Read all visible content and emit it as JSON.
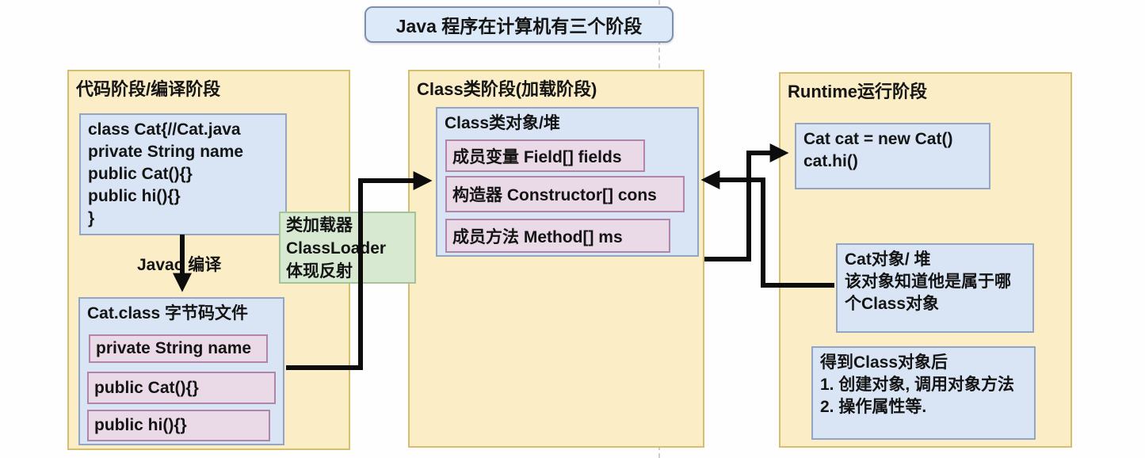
{
  "title": "Java 程序在计算机有三个阶段",
  "panels": {
    "left": {
      "header": "代码阶段/编译阶段",
      "source_code": {
        "lines": [
          "class Cat{//Cat.java",
          "private String name",
          "public Cat(){}",
          "public hi(){}",
          "}"
        ]
      },
      "javac_label": "Javac 编译",
      "bytecode": {
        "title": "Cat.class 字节码文件",
        "members": [
          "private String name",
          "public Cat(){}",
          "public hi(){}"
        ]
      }
    },
    "loader": {
      "lines": [
        "类加载器",
        "ClassLoader",
        "体现反射"
      ]
    },
    "middle": {
      "header": "Class类阶段(加载阶段)",
      "class_object": {
        "title": "Class类对象/堆",
        "members": [
          "成员变量 Field[] fields",
          "构造器 Constructor[] cons",
          "成员方法 Method[] ms"
        ]
      }
    },
    "right": {
      "header": "Runtime运行阶段",
      "code": {
        "lines": [
          "Cat cat = new Cat()",
          "cat.hi()"
        ]
      },
      "cat_object": {
        "lines": [
          "Cat对象/ 堆",
          "该对象知道他是属于哪",
          "个Class对象"
        ]
      },
      "note": {
        "lines": [
          "得到Class对象后",
          "1. 创建对象, 调用对象方法",
          "2. 操作属性等."
        ]
      }
    }
  },
  "colors": {
    "panel_fill": "#fbedc6",
    "panel_border": "#d5bf6e",
    "blue_fill": "#d9e5f5",
    "blue_border": "#92a5c5",
    "pink_fill": "#ead9e6",
    "pink_border": "#b086a8",
    "green_fill": "#d8e9d1",
    "green_border": "#a4c396",
    "title_fill": "#dce9f8",
    "title_border": "#7e90ac",
    "arrow": "#0c0c0c"
  }
}
